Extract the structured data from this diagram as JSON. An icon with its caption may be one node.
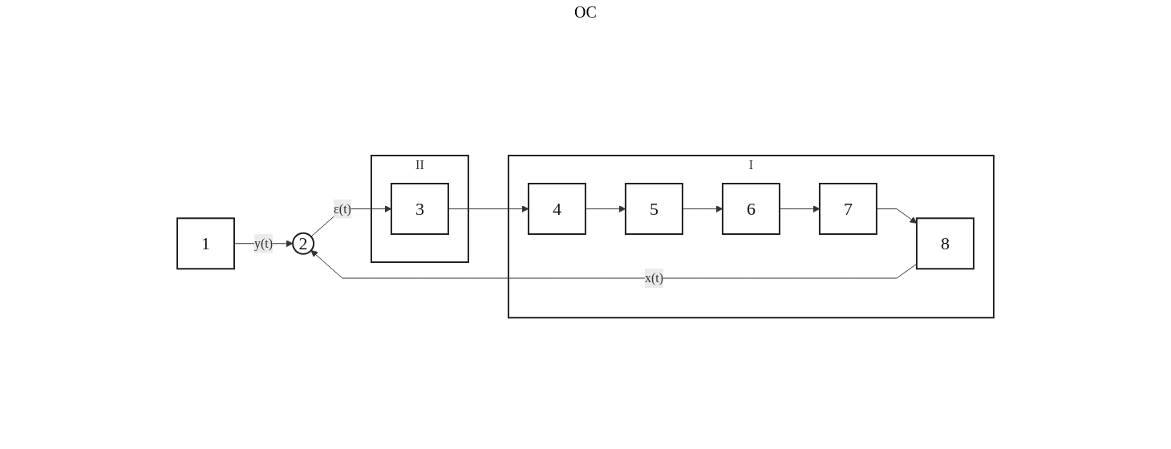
{
  "diagram": {
    "nodes": [
      {
        "text": [
          "1"
        ]
      },
      {
        "text": [
          "2"
        ]
      },
      {
        "text": [
          "II"
        ]
      },
      {
        "text": [
          "3"
        ],
        "in": 2
      },
      {
        "text": [
          "I"
        ]
      },
      {
        "text": [
          "4"
        ],
        "in": 4
      },
      {
        "text": [
          "5"
        ],
        "in": 4
      },
      {
        "text": [
          "6"
        ],
        "in": 4
      },
      {
        "text": [
          "7"
        ],
        "in": 4
      },
      {
        "text": [
          "8"
        ],
        "in": 4
      }
    ],
    "edges": [
      {
        "from": 0,
        "to": 1,
        "arrow": "to",
        "label": "y(t)"
      },
      {
        "from": 1,
        "to": 3,
        "arrow": "to",
        "label": "ε(t)"
      },
      {
        "from": 3,
        "to": 5,
        "arrow": "to"
      },
      {
        "from": 5,
        "to": 6,
        "arrow": "to"
      },
      {
        "from": 6,
        "to": 7,
        "arrow": "to"
      },
      {
        "from": 7,
        "to": 8,
        "arrow": "to"
      },
      {
        "from": 8,
        "to": 9,
        "arrow": "to"
      },
      {
        "from": 9,
        "to": 1,
        "arrow": "to",
        "label": "x(t)"
      }
    ],
    "labels": [
      "OC"
    ]
  }
}
